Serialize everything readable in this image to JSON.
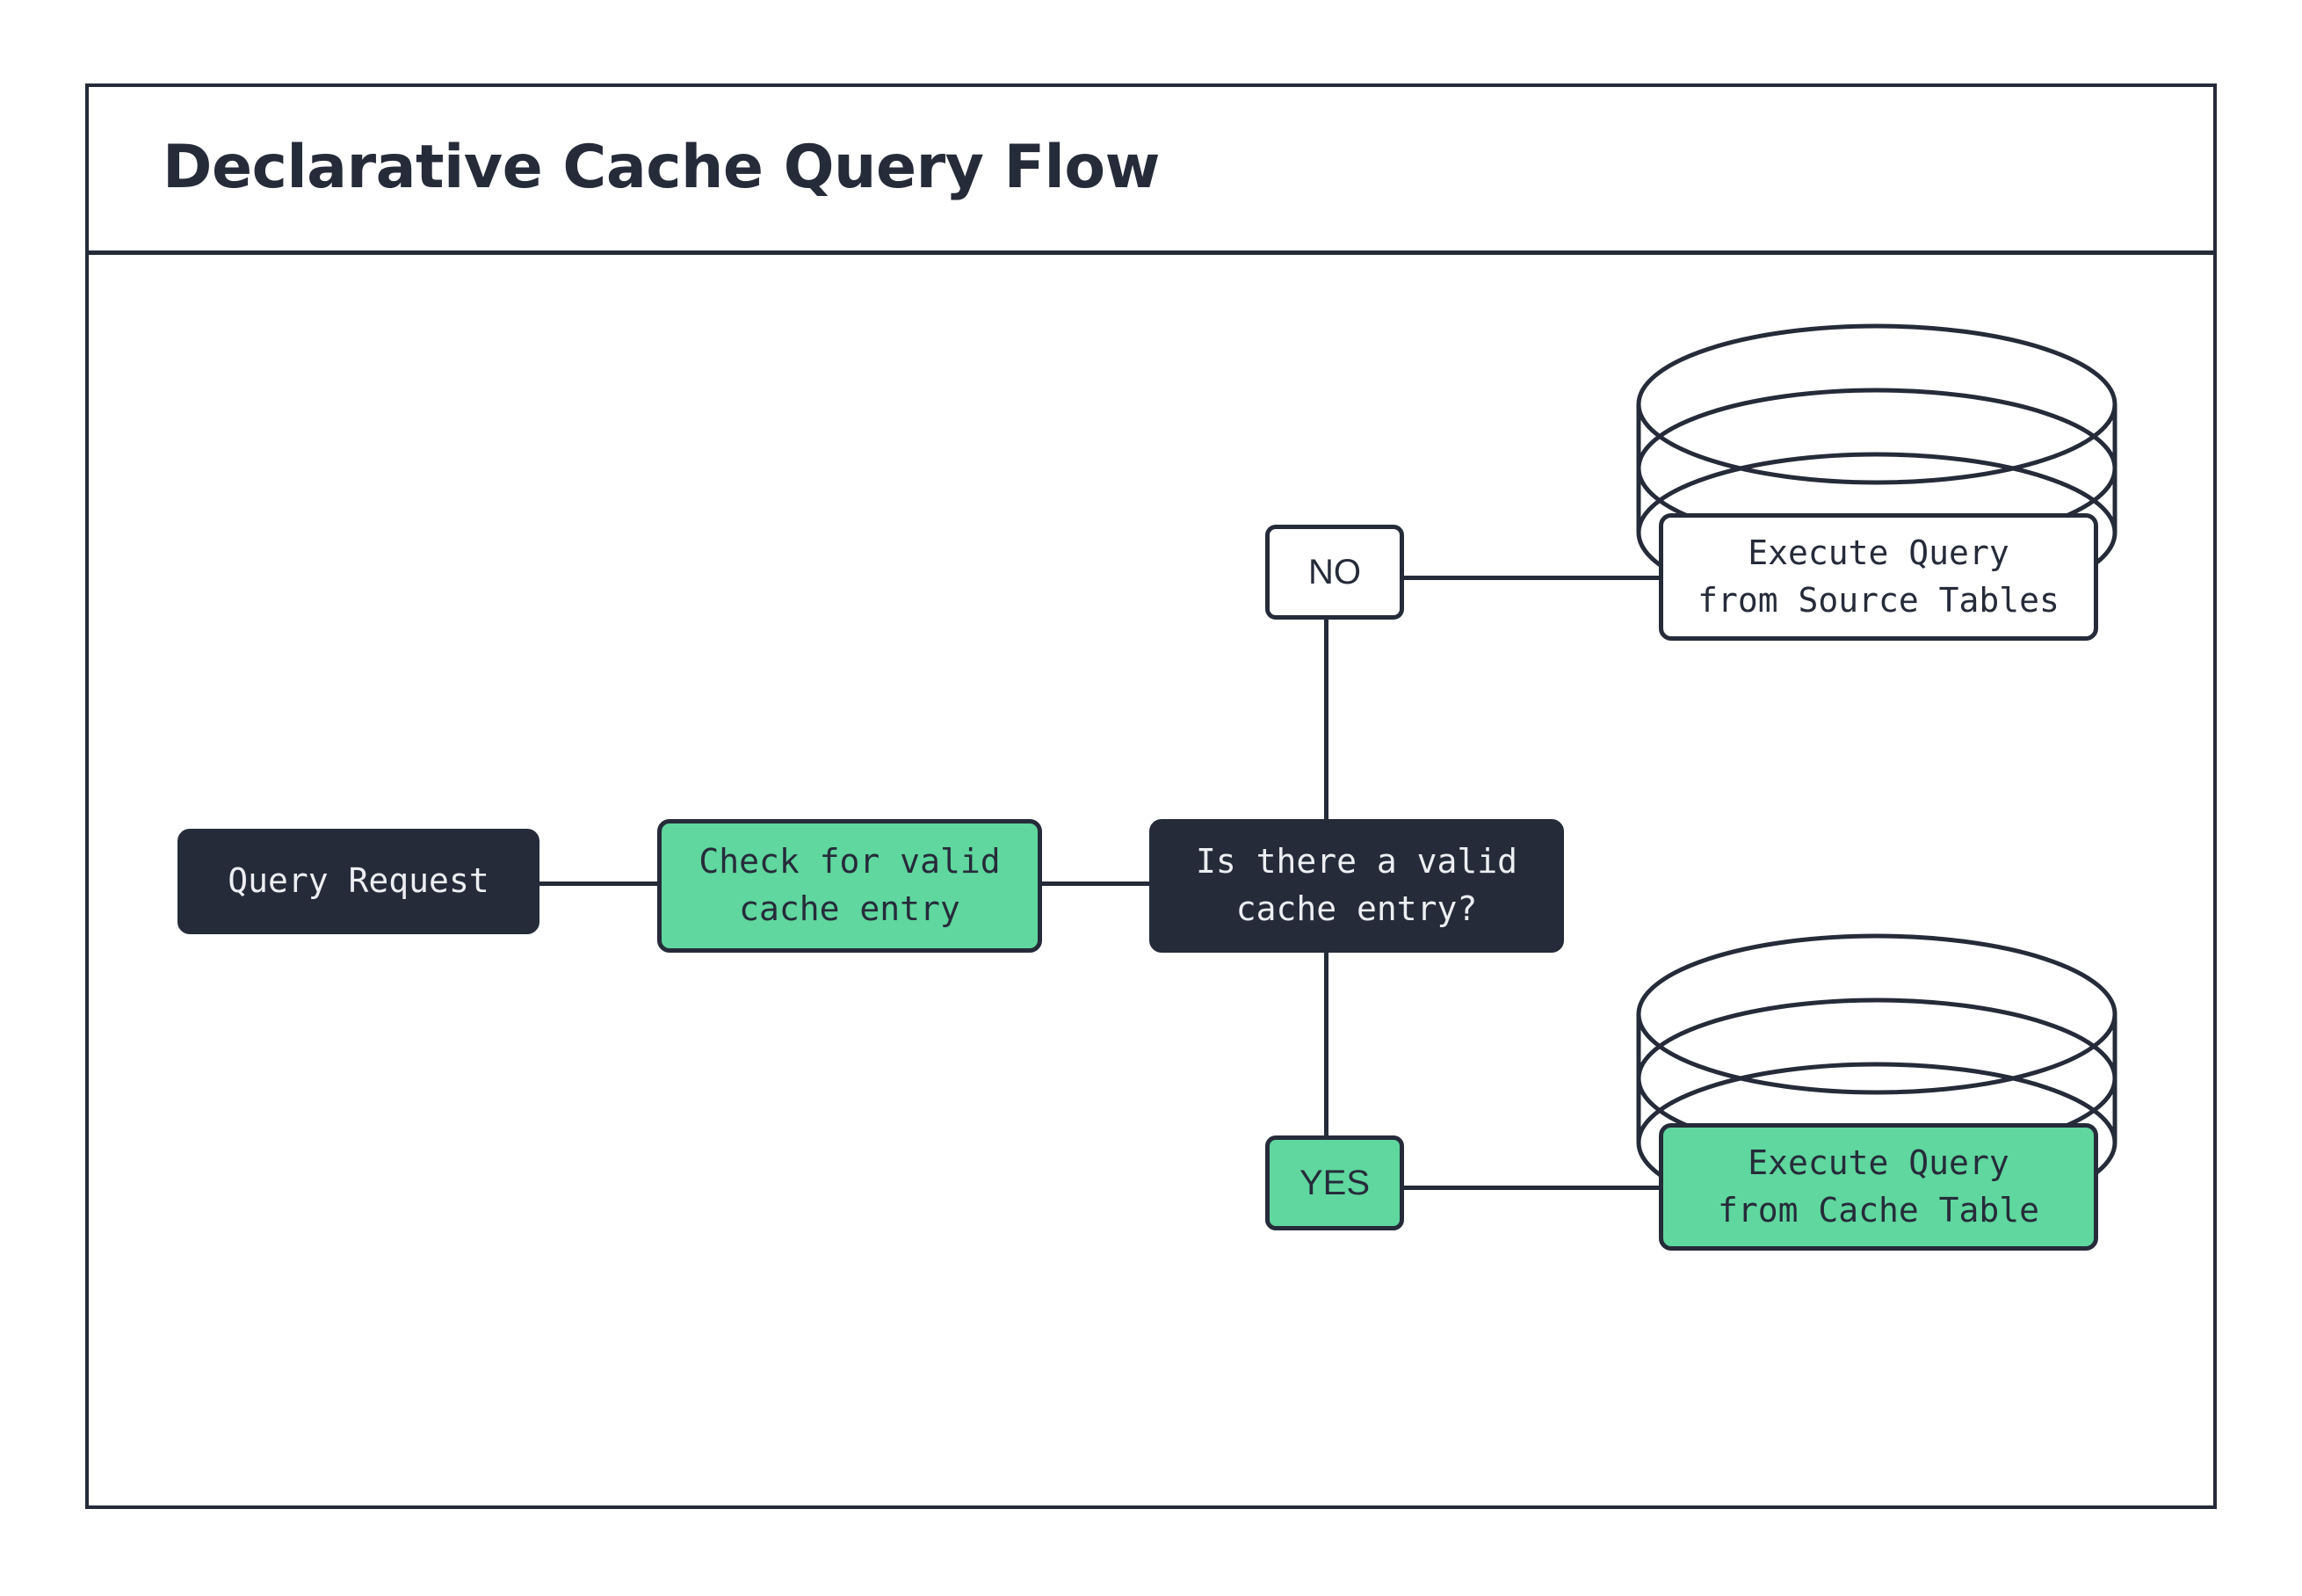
{
  "header": {
    "title": "Declarative Cache Query Flow"
  },
  "flow": {
    "nodes": [
      {
        "id": "query-request",
        "label": "Query Request",
        "style": "dark"
      },
      {
        "id": "check-cache",
        "label": "Check for valid\ncache entry",
        "style": "green"
      },
      {
        "id": "decision",
        "label": "Is there a valid\ncache entry?",
        "style": "dark"
      },
      {
        "id": "branch-no",
        "label": "NO",
        "style": "white"
      },
      {
        "id": "branch-yes",
        "label": "YES",
        "style": "green"
      },
      {
        "id": "source-tables",
        "label": "Execute Query\nfrom Source Tables",
        "style": "white"
      },
      {
        "id": "cache-table",
        "label": "Execute Query\nfrom Cache Table",
        "style": "green"
      }
    ],
    "databases": [
      {
        "id": "source-database",
        "for": "source-tables"
      },
      {
        "id": "cache-database",
        "for": "cache-table"
      }
    ],
    "edges": [
      {
        "from": "query-request",
        "to": "check-cache"
      },
      {
        "from": "check-cache",
        "to": "decision"
      },
      {
        "from": "decision",
        "to": "branch-no"
      },
      {
        "from": "decision",
        "to": "branch-yes"
      },
      {
        "from": "branch-no",
        "to": "source-tables"
      },
      {
        "from": "branch-yes",
        "to": "cache-table"
      }
    ]
  },
  "colors": {
    "ink": "#262b3a",
    "green": "#5fd79e",
    "surface": "#ffffff"
  }
}
